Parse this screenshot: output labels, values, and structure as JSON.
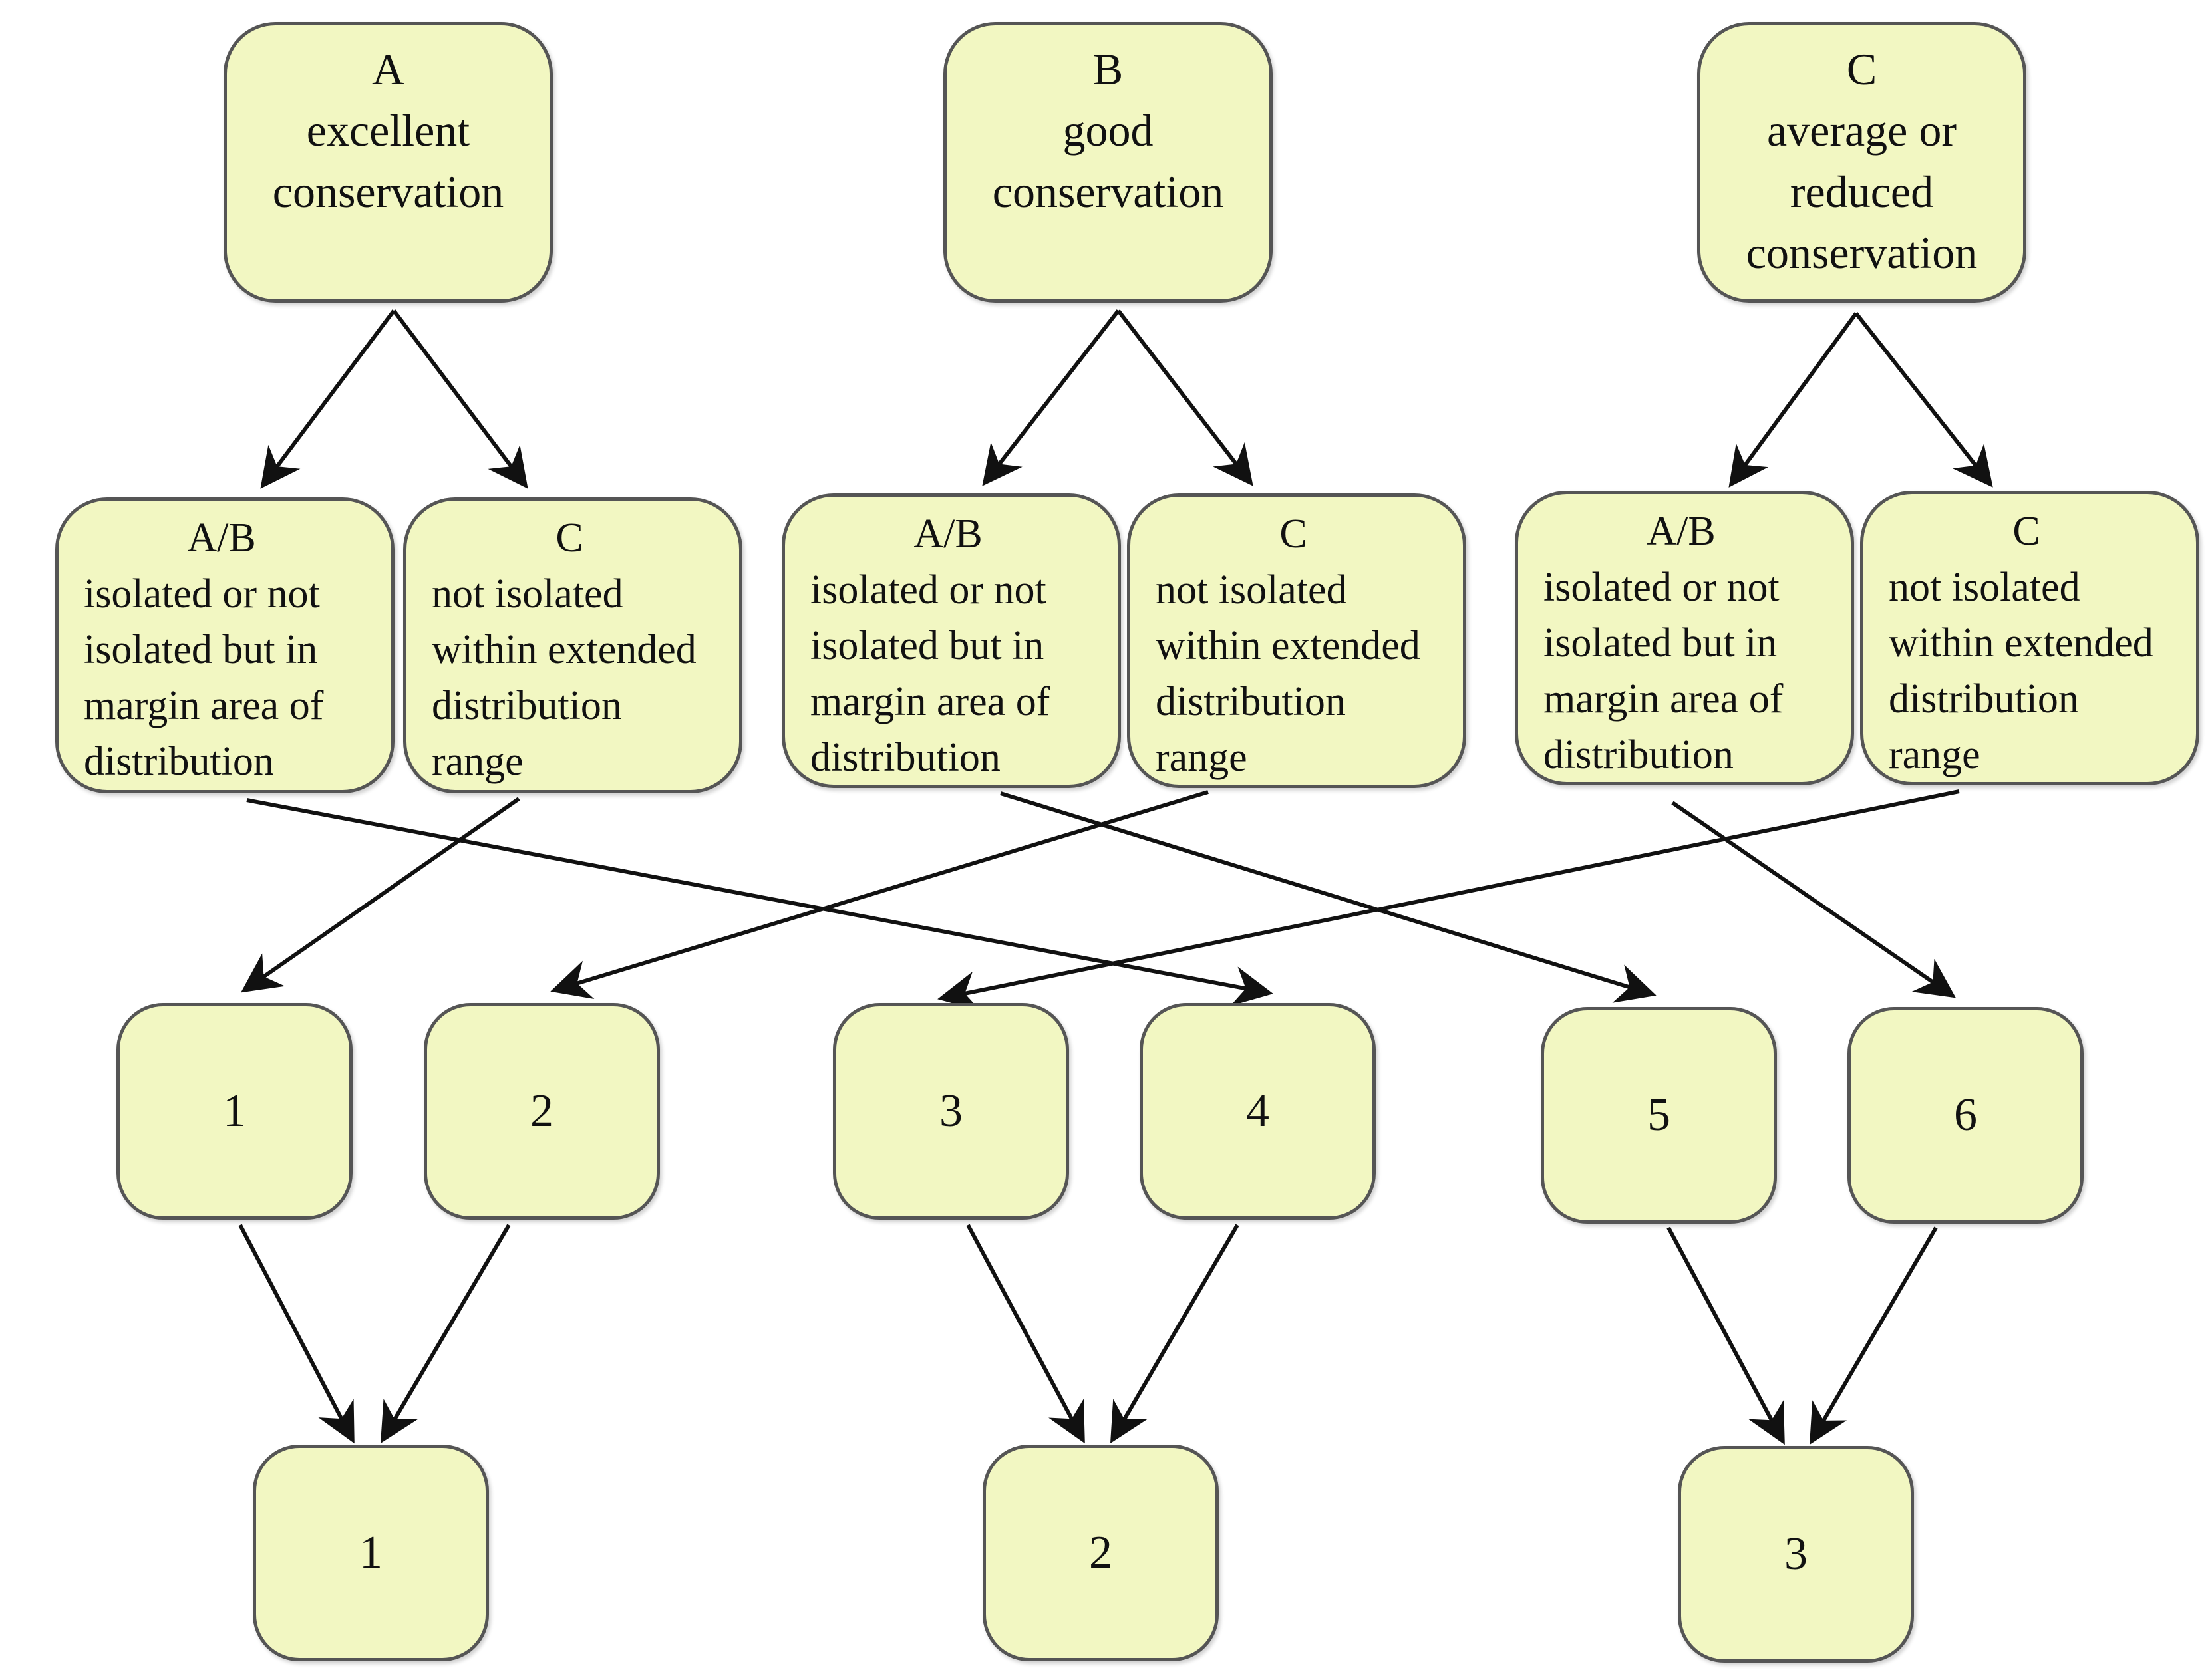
{
  "top_nodes": [
    {
      "id": "A",
      "lines": [
        "A",
        "excellent",
        "conservation"
      ]
    },
    {
      "id": "B",
      "lines": [
        "B",
        "good",
        "conservation"
      ]
    },
    {
      "id": "C",
      "lines": [
        "C",
        "average or",
        "reduced",
        "conservation"
      ]
    }
  ],
  "middle_nodes": [
    {
      "heading": "A/B",
      "lines": [
        "isolated or not",
        "isolated but in",
        "margin area of",
        "distribution"
      ]
    },
    {
      "heading": "C",
      "lines": [
        "not isolated",
        "within extended",
        "distribution",
        "range"
      ]
    },
    {
      "heading": "A/B",
      "lines": [
        "isolated or not",
        "isolated but in",
        "margin area of",
        "distribution"
      ]
    },
    {
      "heading": "C",
      "lines": [
        "not isolated",
        "within extended",
        "distribution",
        "range"
      ]
    },
    {
      "heading": "A/B",
      "lines": [
        "isolated or not",
        "isolated but in",
        "margin area of",
        "distribution"
      ]
    },
    {
      "heading": "C",
      "lines": [
        "not isolated",
        "within extended",
        "distribution",
        "range"
      ]
    }
  ],
  "rank_nodes": [
    "1",
    "2",
    "3",
    "4",
    "5",
    "6"
  ],
  "final_nodes": [
    "1",
    "2",
    "3"
  ],
  "colors": {
    "node_fill": "#f2f7c2",
    "node_border": "#555555",
    "arrow": "#111111"
  }
}
